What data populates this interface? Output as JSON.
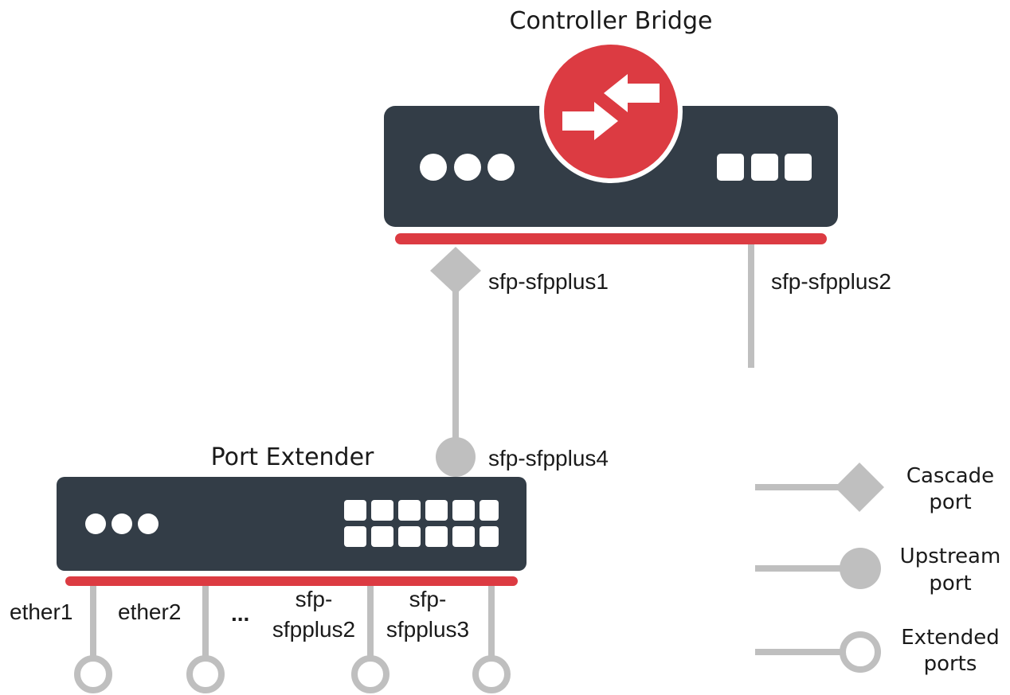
{
  "colors": {
    "device_body": "#333d47",
    "accent_red": "#dc3b42",
    "link_gray": "#bfbfbf",
    "led_white": "#ffffff",
    "text": "#1a1a1a"
  },
  "controller_bridge": {
    "title": "Controller Bridge",
    "icon": "bridge-arrows-icon",
    "ports": {
      "cascade_label": "sfp-sfpplus1",
      "other_label": "sfp-sfpplus2"
    }
  },
  "port_extender": {
    "title": "Port Extender",
    "upstream_label": "sfp-sfpplus4",
    "extended_ports": {
      "ether1": "ether1",
      "ether2": "ether2",
      "ellipsis": "...",
      "sfp2_line1": "sfp-",
      "sfp2_line2": "sfpplus2",
      "sfp3_line1": "sfp-",
      "sfp3_line2": "sfpplus3"
    }
  },
  "legend": {
    "cascade": {
      "line1": "Cascade",
      "line2": "port",
      "icon": "diamond-icon"
    },
    "upstream": {
      "line1": "Upstream",
      "line2": "port",
      "icon": "filled-circle-icon"
    },
    "extended": {
      "line1": "Extended",
      "line2": "ports",
      "icon": "hollow-circle-icon"
    }
  }
}
